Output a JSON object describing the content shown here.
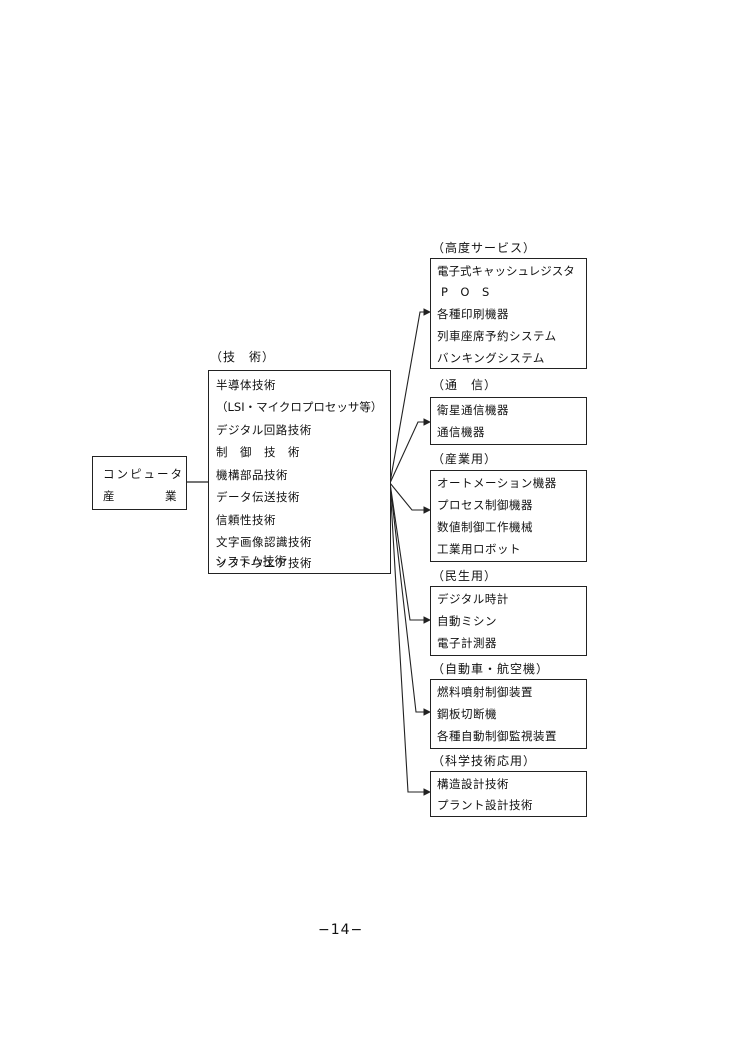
{
  "root": {
    "line1": "コンピュータ",
    "line2_left": "産",
    "line2_right": "業"
  },
  "tech": {
    "heading": "（技　術）",
    "items": [
      "半導体技術",
      "（LSI・マイクロプロセッサ等）",
      "デジタル回路技術",
      "制　御　技　術",
      "機構部品技術",
      "データ伝送技術",
      "信頼性技術",
      "文字画像認識技術",
      "ソフトウエア技術",
      "システム技術"
    ]
  },
  "groups": [
    {
      "heading": "（高度サービス）",
      "items": [
        "電子式キャッシュレジスタ",
        "P　O　S",
        "各種印刷機器",
        "列車座席予約システム",
        "バンキングシステム"
      ]
    },
    {
      "heading": "（通　信）",
      "items": [
        "衛星通信機器",
        "通信機器"
      ]
    },
    {
      "heading": "（産業用）",
      "items": [
        "オートメーション機器",
        "プロセス制御機器",
        "数値制御工作機械",
        "工業用ロボット"
      ]
    },
    {
      "heading": "（民生用）",
      "items": [
        "デジタル時計",
        "自動ミシン",
        "電子計測器"
      ]
    },
    {
      "heading": "（自動車・航空機）",
      "items": [
        "燃料噴射制御装置",
        "鋼板切断機",
        "各種自動制御監視装置"
      ]
    },
    {
      "heading": "（科学技術応用）",
      "items": [
        "構造設計技術",
        "プラント設計技術"
      ]
    }
  ],
  "page_number": "−14−"
}
